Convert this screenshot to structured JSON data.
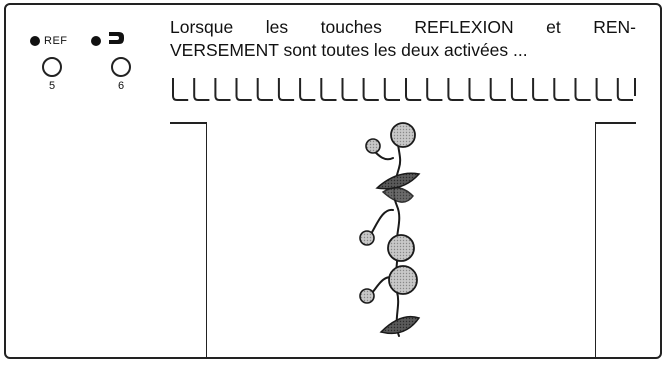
{
  "buttons": [
    {
      "label": "REF",
      "number": "5",
      "icon": "reflection-indicator-icon"
    },
    {
      "label": "",
      "number": "6",
      "icon": "reverse-stitch-icon"
    }
  ],
  "description": {
    "line1": "Lorsque les touches REFLEXION et REN-",
    "line2": "VERSEMENT sont toutes les deux activées ..."
  },
  "stitch_row_icon": "stitch-pattern-icon",
  "pattern_icon": "flower-vine-pattern-icon",
  "colors": {
    "ink": "#222222",
    "leaf": "#555555",
    "bloom": "#bdbdbd"
  }
}
